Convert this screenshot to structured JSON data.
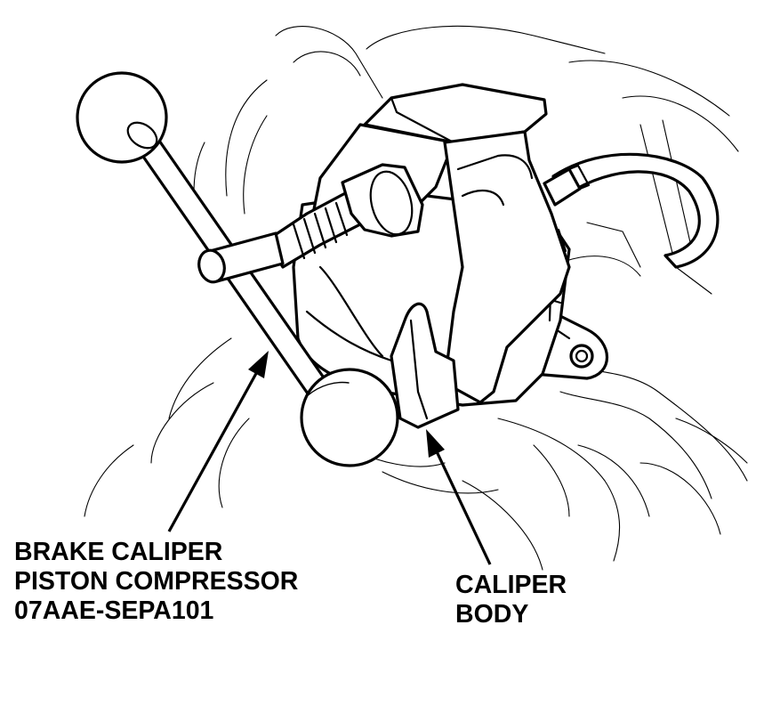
{
  "labels": {
    "tool": {
      "line1": "BRAKE CALIPER",
      "line2": "PISTON COMPRESSOR",
      "line3": "07AAE-SEPA101"
    },
    "body": {
      "line1": "CALIPER",
      "line2": "BODY"
    }
  },
  "colors": {
    "ink": "#000000",
    "background": "#ffffff"
  }
}
